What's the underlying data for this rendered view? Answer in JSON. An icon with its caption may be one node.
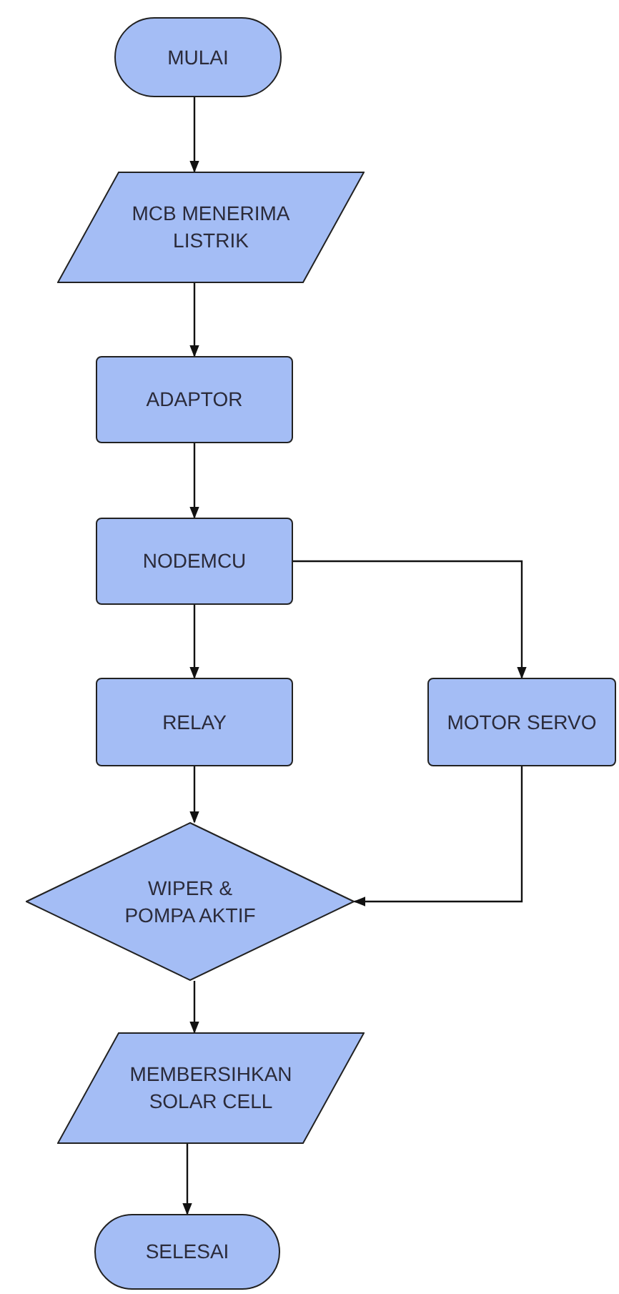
{
  "diagram": {
    "nodes": [
      {
        "text": [
          "MULAI"
        ]
      },
      {
        "text": [
          "MCB MENERIMA LISTRIK"
        ]
      },
      {
        "text": [
          "ADAPTOR"
        ]
      },
      {
        "text": [
          "NODEMCU"
        ]
      },
      {
        "text": [
          "RELAY"
        ]
      },
      {
        "text": [
          "MOTOR SERVO"
        ]
      },
      {
        "text": [
          "WIPER & POMPA AKTIF"
        ]
      },
      {
        "text": [
          "MEMBERSIHKAN SOLAR CELL"
        ]
      },
      {
        "text": [
          "SELESAI"
        ]
      }
    ],
    "edges": [
      {
        "from": 0,
        "to": 1,
        "arrow": "to"
      },
      {
        "from": 1,
        "to": 2,
        "arrow": "to"
      },
      {
        "from": 2,
        "to": 3,
        "arrow": "to"
      },
      {
        "from": 3,
        "to": 4,
        "arrow": "to"
      },
      {
        "from": 3,
        "to": 5,
        "arrow": "to"
      },
      {
        "from": 4,
        "to": 6,
        "arrow": "to"
      },
      {
        "from": 5,
        "to": 6,
        "arrow": "to"
      },
      {
        "from": 6,
        "to": 7,
        "arrow": "to"
      },
      {
        "from": 7,
        "to": 8,
        "arrow": "to"
      }
    ]
  }
}
